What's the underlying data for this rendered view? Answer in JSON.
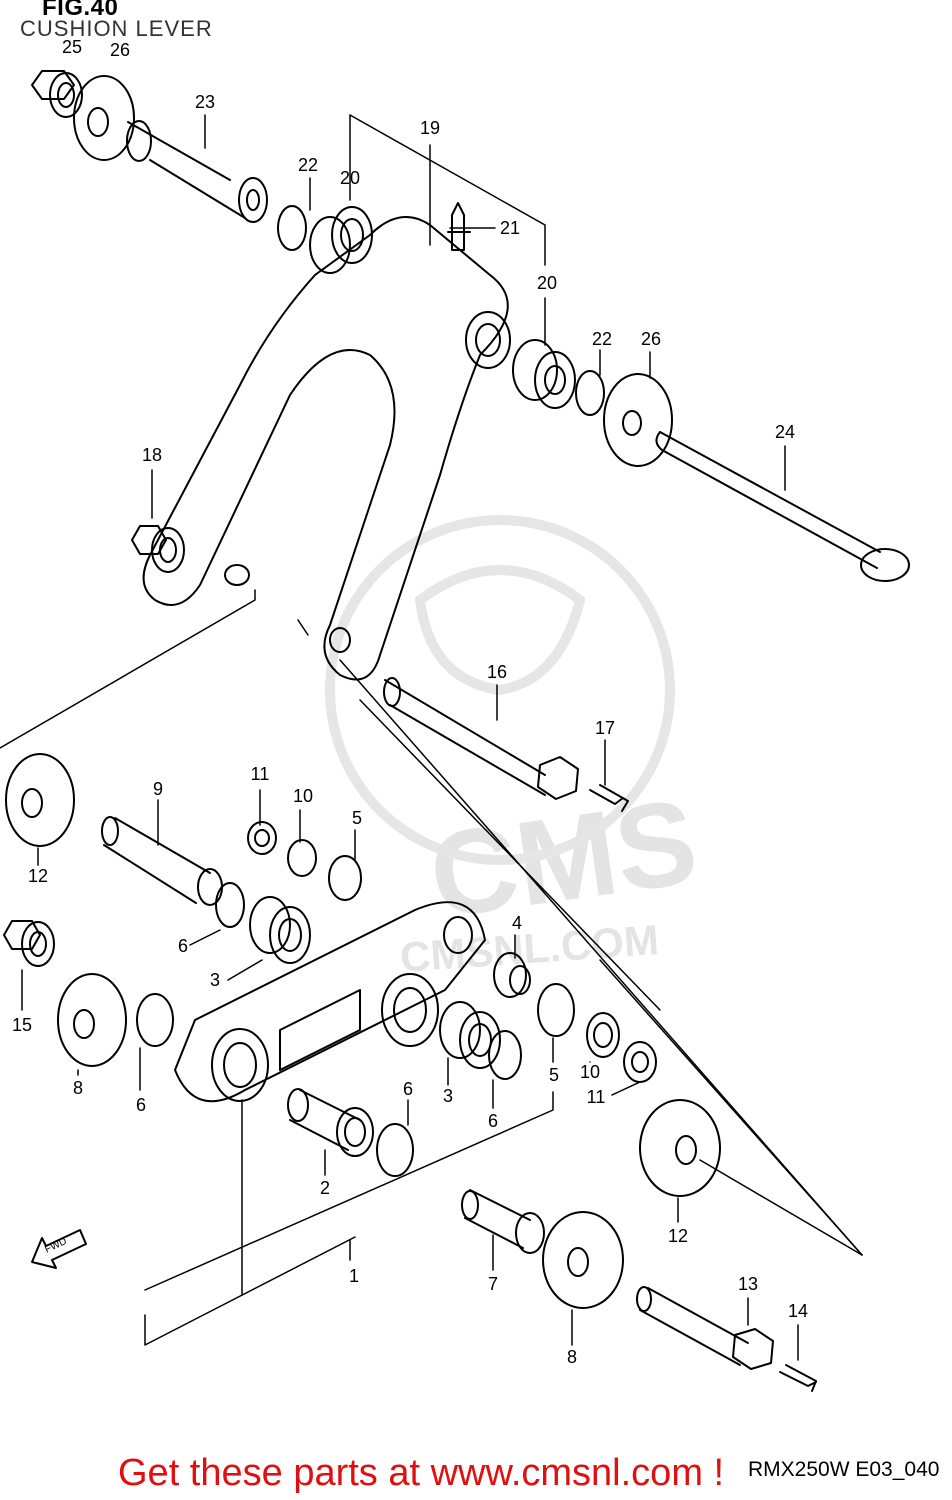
{
  "figure": {
    "title": "FIG.40",
    "subtitle": "CUSHION LEVER",
    "model_code": "RMX250W E03_040"
  },
  "watermark": {
    "brand": "CMS",
    "site": "CMSNL.COM"
  },
  "promo": "Get these parts at www.cmsnl.com !",
  "callouts": {
    "c1": "1",
    "c2": "2",
    "c3a": "3",
    "c3b": "3",
    "c4": "4",
    "c5a": "5",
    "c5b": "5",
    "c6a": "6",
    "c6b": "6",
    "c6c": "6",
    "c6d": "6",
    "c7": "7",
    "c8a": "8",
    "c8b": "8",
    "c9": "9",
    "c10a": "10",
    "c10b": "10",
    "c11a": "11",
    "c11b": "11",
    "c12a": "12",
    "c12b": "12",
    "c13": "13",
    "c14": "14",
    "c15": "15",
    "c16": "16",
    "c17": "17",
    "c18": "18",
    "c19": "19",
    "c20a": "20",
    "c20b": "20",
    "c21": "21",
    "c22a": "22",
    "c22b": "22",
    "c23": "23",
    "c24": "24",
    "c25": "25",
    "c26a": "26",
    "c26b": "26"
  },
  "fwd_arrow_label": "FWD"
}
